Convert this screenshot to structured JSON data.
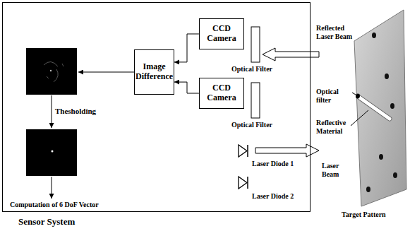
{
  "diagram": {
    "nodes": [
      {
        "text": [
          "Sensor System"
        ]
      },
      {
        "text": [
          "CCD Camera"
        ],
        "in": 0
      },
      {
        "text": [
          "CCD Camera"
        ],
        "in": 0
      },
      {
        "text": [
          "Image Difference"
        ],
        "in": 0
      }
    ],
    "edges": [
      {
        "from": 1,
        "to": 3,
        "arrow": "to"
      },
      {
        "from": 2,
        "to": 3,
        "arrow": "to"
      }
    ],
    "labels": [
      "Thesholding",
      "Computation of 6 DoF Vector",
      "Optical Filter",
      "Optical Filter",
      "Reflected Laser Beam",
      "Optical filter",
      "Reflective Material",
      "Laser Diode 1",
      "Laser Diode 2",
      "Laser Beam",
      "Target Pattern"
    ]
  }
}
